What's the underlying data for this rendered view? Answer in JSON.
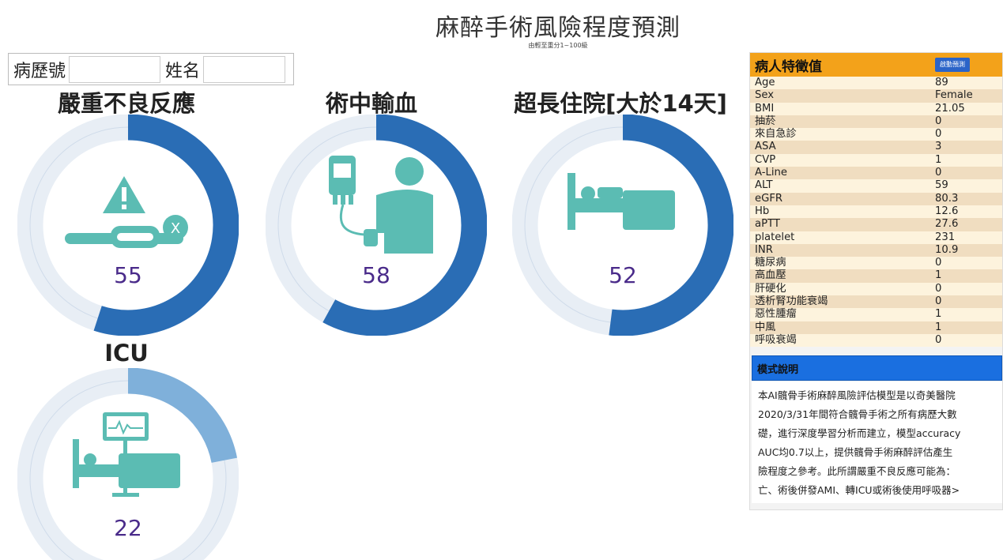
{
  "page": {
    "title": "麻醉手術風險程度預測",
    "subtitle": "由輕至重分1~100級"
  },
  "patient": {
    "record_label": "病歷號",
    "record_value": "",
    "name_label": "姓名",
    "name_value": ""
  },
  "colors": {
    "arc_dark": "#2a6db5",
    "arc_light": "#7fb0da",
    "icon_teal": "#5bbcb3",
    "value_purple": "#4a2b8a",
    "panel_header": "#f3a21a",
    "model_header": "#1a6fe0"
  },
  "gauges": [
    {
      "title": "嚴重不良反應",
      "value": "55",
      "level": 55,
      "icon": "adverse-reaction-icon"
    },
    {
      "title": "術中輸血",
      "value": "58",
      "level": 58,
      "icon": "blood-transfusion-icon"
    },
    {
      "title": "超長住院[大於14天]",
      "value": "52",
      "level": 52,
      "icon": "hospital-bed-icon"
    },
    {
      "title": "ICU",
      "value": "22",
      "level": 22,
      "icon": "icu-monitor-icon"
    }
  ],
  "panel": {
    "title": "病人特徵值",
    "button_label": "啟動預測",
    "features": [
      {
        "name": "Age",
        "value": "89"
      },
      {
        "name": "Sex",
        "value": "Female"
      },
      {
        "name": "BMI",
        "value": "21.05"
      },
      {
        "name": "抽菸",
        "value": "0"
      },
      {
        "name": "來自急診",
        "value": "0"
      },
      {
        "name": "ASA",
        "value": "3"
      },
      {
        "name": "CVP",
        "value": "1"
      },
      {
        "name": "A-Line",
        "value": "0"
      },
      {
        "name": "ALT",
        "value": "59"
      },
      {
        "name": "eGFR",
        "value": "80.3"
      },
      {
        "name": "Hb",
        "value": "12.6"
      },
      {
        "name": "aPTT",
        "value": "27.6"
      },
      {
        "name": "platelet",
        "value": "231"
      },
      {
        "name": "INR",
        "value": "10.9"
      },
      {
        "name": "糖尿病",
        "value": "0"
      },
      {
        "name": "高血壓",
        "value": "1"
      },
      {
        "name": "肝硬化",
        "value": "0"
      },
      {
        "name": "透析腎功能衰竭",
        "value": "0"
      },
      {
        "name": "惡性腫瘤",
        "value": "1"
      },
      {
        "name": "中風",
        "value": "1"
      },
      {
        "name": "呼吸衰竭",
        "value": "0"
      }
    ],
    "model_title": "模式說明",
    "model_lines": [
      "本AI髖骨手術麻醉風險評估模型是以奇美醫院",
      "2020/3/31年間符合髖骨手術之所有病歷大數",
      "礎，進行深度學習分析而建立，模型accuracy",
      "AUC均0.7以上，提供髖骨手術麻醉評估產生",
      "險程度之參考。此所謂嚴重不良反應可能為：",
      "亡、術後併發AMI、轉ICU或術後使用呼吸器>"
    ]
  }
}
